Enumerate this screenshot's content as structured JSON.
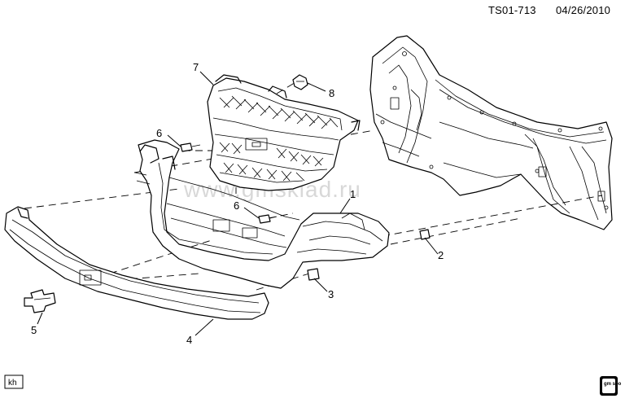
{
  "diagram": {
    "reference_code": "TS01-713",
    "date": "04/26/2010",
    "watermark": "www.gmsklad.ru",
    "corner_tag": "kh",
    "logo_text": "gm spo",
    "callouts": [
      {
        "id": "1",
        "label": "1"
      },
      {
        "id": "2",
        "label": "2"
      },
      {
        "id": "3",
        "label": "3"
      },
      {
        "id": "4",
        "label": "4"
      },
      {
        "id": "5",
        "label": "5"
      },
      {
        "id": "6a",
        "label": "6"
      },
      {
        "id": "6b",
        "label": "6"
      },
      {
        "id": "7",
        "label": "7"
      },
      {
        "id": "8",
        "label": "8"
      }
    ]
  }
}
